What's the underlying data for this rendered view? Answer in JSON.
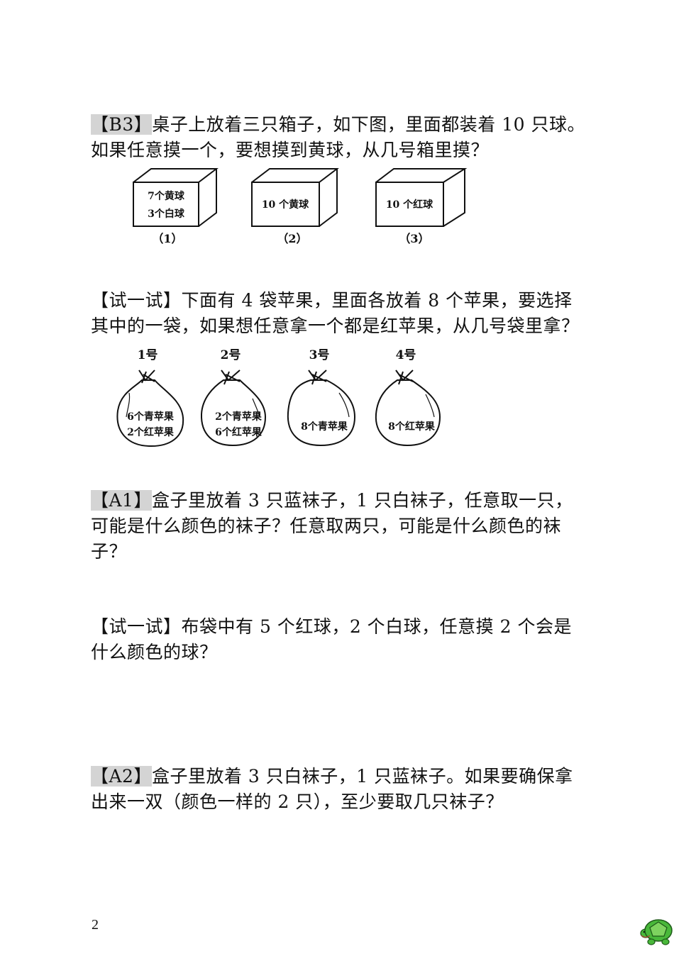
{
  "q_b3": {
    "tag": "【B3】",
    "text": "桌子上放着三只箱子，如下图，里面都装着 10 只球。如果任意摸一个，要想摸到黄球，从几号箱里摸？",
    "boxes": [
      {
        "line1": "7个黄球",
        "line2": "3个白球",
        "number": "（1）"
      },
      {
        "line1": "10 个黄球",
        "line2": "",
        "number": "（2）"
      },
      {
        "line1": "10 个红球",
        "line2": "",
        "number": "（3）"
      }
    ]
  },
  "try1": {
    "tag": "【试一试】",
    "text": "下面有 4 袋苹果，里面各放着 8 个苹果，要选择其中的一袋，如果想任意拿一个都是红苹果，从几号袋里拿？",
    "bags": [
      {
        "label": "1号",
        "line1": "6个青苹果",
        "line2": "2个红苹果"
      },
      {
        "label": "2号",
        "line1": "2个青苹果",
        "line2": "6个红苹果"
      },
      {
        "label": "3号",
        "line1": "8个青苹果",
        "line2": ""
      },
      {
        "label": "4号",
        "line1": "8个红苹果",
        "line2": ""
      }
    ]
  },
  "q_a1": {
    "tag": "【A1】",
    "text": "盒子里放着 3 只蓝袜子，1 只白袜子，任意取一只，可能是什么颜色的袜子？任意取两只，可能是什么颜色的袜子？"
  },
  "try2": {
    "tag": "【试一试】",
    "text": "布袋中有 5 个红球，2 个白球，任意摸 2 个会是什么颜色的球？"
  },
  "q_a2": {
    "tag": "【A2】",
    "text": "盒子里放着 3 只白袜子，1 只蓝袜子。如果要确保拿出来一双（颜色一样的 2 只），至少要取几只袜子？"
  },
  "page_number": "2",
  "colors": {
    "tag_highlight": "#d4d4d4",
    "turtle_green": "#49b83a"
  }
}
